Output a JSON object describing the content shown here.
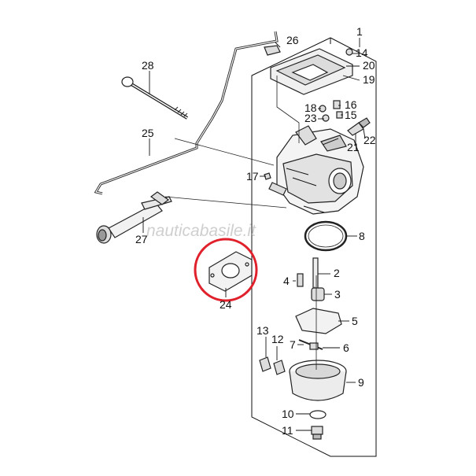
{
  "watermark": "nauticabasile.it",
  "highlight_color": "#e0202a",
  "callouts": {
    "p1": "1",
    "p2": "2",
    "p3": "3",
    "p4": "4",
    "p5": "5",
    "p6": "6",
    "p7": "7",
    "p8": "8",
    "p9": "9",
    "p10": "10",
    "p11": "11",
    "p12": "12",
    "p13": "13",
    "p14": "14",
    "p15": "15",
    "p16": "16",
    "p17": "17",
    "p18": "18",
    "p19": "19",
    "p20": "20",
    "p21": "21",
    "p22": "22",
    "p23": "23",
    "p24": "24",
    "p25": "25",
    "p26": "26",
    "p27": "27",
    "p28": "28"
  }
}
